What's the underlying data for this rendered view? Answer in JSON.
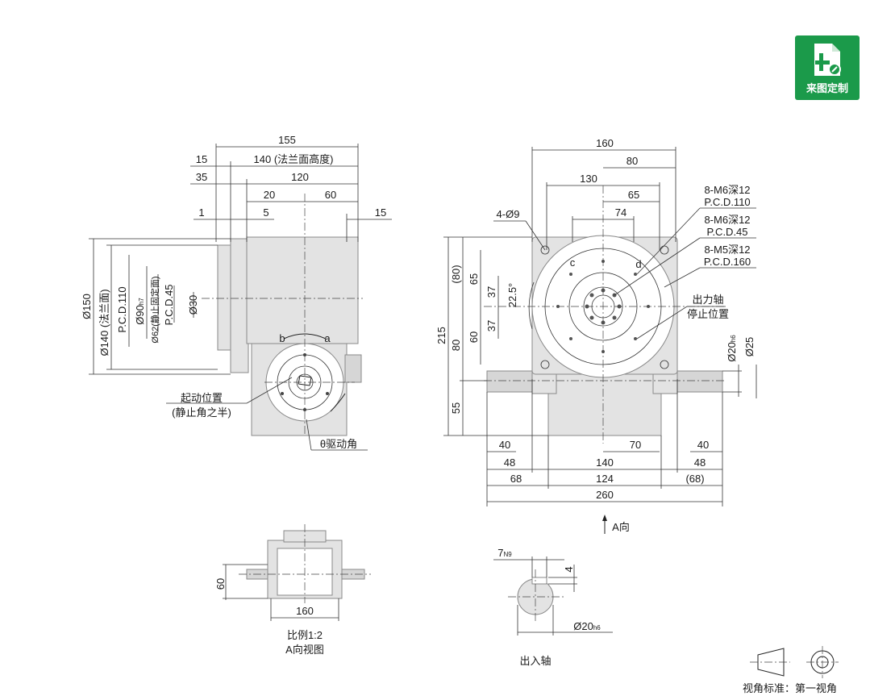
{
  "badge": {
    "label": "来图定制",
    "icon": "document-edit-icon",
    "color": "#1b9a4a"
  },
  "side_view": {
    "top_dims": [
      "155",
      "15",
      "140 (法兰面高度)",
      "35",
      "120",
      "20",
      "60",
      "1",
      "5",
      "15"
    ],
    "left_dims": [
      "Ø150",
      "Ø140 (法兰面)",
      "P.C.D.110",
      "Ø90",
      "h7",
      "Ø62(静止固定面)",
      "P.C.D.45",
      "Ø30"
    ],
    "rotation_b": "b",
    "rotation_a": "a",
    "start_label_1": "起动位置",
    "start_label_2": "(静止角之半)",
    "drive_angle_label": "θ驱动角"
  },
  "front_view": {
    "top_dims": [
      "160",
      "80",
      "130",
      "65",
      "74"
    ],
    "hole_callouts": [
      "8-M6深12",
      "P.C.D.110",
      "8-M6深12",
      "P.C.D.45",
      "8-M5深12",
      "P.C.D.160"
    ],
    "hole_4": "4-Ø9",
    "left_dims": [
      "215",
      "(80)",
      "65",
      "37",
      "22.5°",
      "37",
      "80",
      "60",
      "55"
    ],
    "point_c": "c",
    "point_d": "d",
    "stop_label_1": "出力轴",
    "stop_label_2": "停止位置",
    "right_dims": [
      "Ø20",
      "h6",
      "Ø25"
    ],
    "bottom_dims": [
      "40",
      "70",
      "40",
      "48",
      "140",
      "48",
      "68",
      "124",
      "(68)",
      "260"
    ],
    "view_arrow": "A向"
  },
  "a_view": {
    "dim_60": "60",
    "dim_160": "160",
    "caption_scale": "比例1:2",
    "caption_title": "A向视图"
  },
  "shaft_view": {
    "key_width": "7",
    "key_width_tol": "N9",
    "key_depth": "4",
    "diameter": "Ø20",
    "diameter_tol": "h6",
    "caption": "出入轴"
  },
  "projection": {
    "caption": "视角标准：第一视角",
    "icon": "first-angle-projection-icon"
  }
}
